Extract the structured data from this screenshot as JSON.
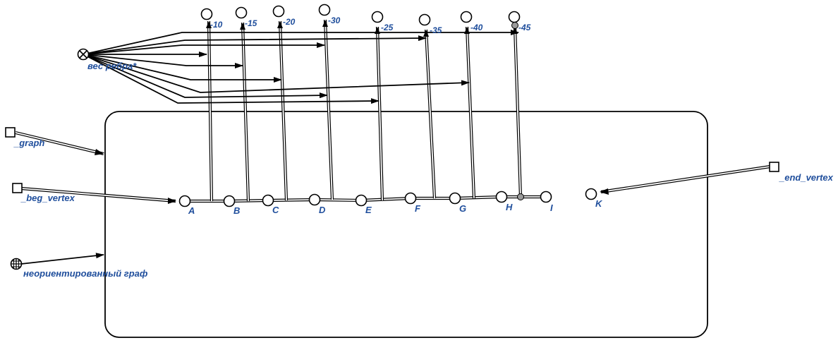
{
  "sources": {
    "weight_relation": "вес ребра*",
    "graph": "_graph",
    "beg_vertex": "_beg_vertex",
    "end_vertex": "_end_vertex",
    "graph_type": "неориентированный граф"
  },
  "vertices": [
    "A",
    "B",
    "C",
    "D",
    "E",
    "F",
    "G",
    "H",
    "I",
    "K"
  ],
  "weights": [
    "-10",
    "-15",
    "-20",
    "-30",
    "-25",
    "-35",
    "-40",
    "-45"
  ]
}
